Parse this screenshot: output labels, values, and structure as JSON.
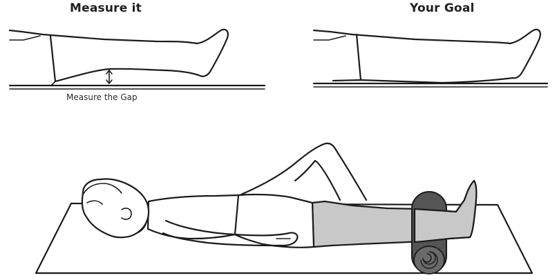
{
  "panels": {
    "left": {
      "title": "Measure it",
      "caption": "Measure the Gap"
    },
    "right": {
      "title": "Your Goal"
    }
  },
  "colors": {
    "ink": "#1a1a1a",
    "shaded_leg": "#c8c8c8",
    "foam_roller": "#555555",
    "background": "#ffffff"
  },
  "icons": [
    "leg-outline-bent",
    "leg-outline-flat",
    "gap-arrow-icon",
    "person-with-foam-roller"
  ]
}
